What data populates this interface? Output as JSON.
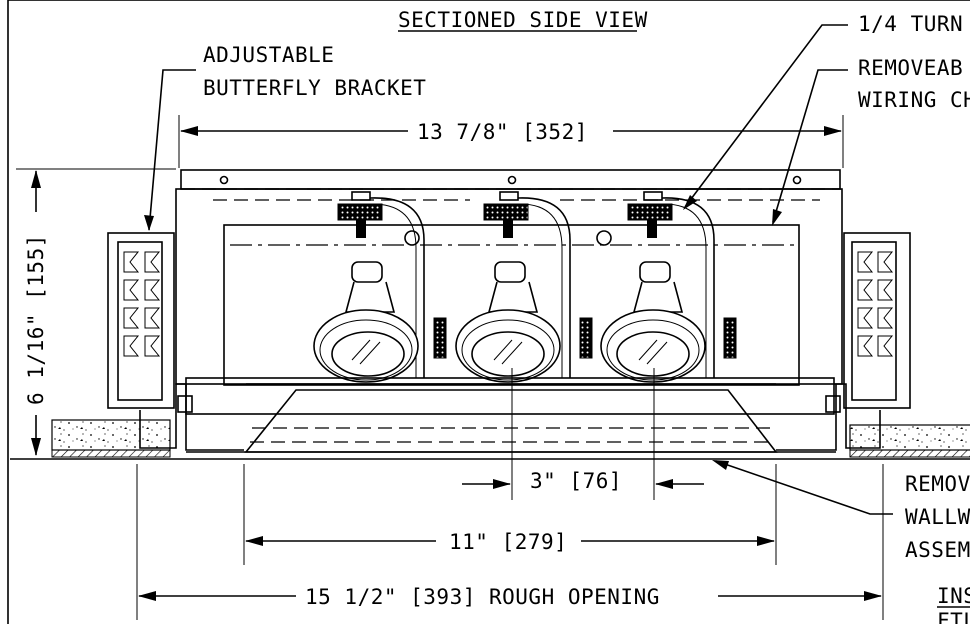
{
  "title": "SECTIONED SIDE VIEW",
  "labels": {
    "adjustable_line1": "ADJUSTABLE",
    "adjustable_line2": "BUTTERFLY BRACKET",
    "quarter_turn": "1/4 TURN",
    "removable_line1": "REMOVEAB",
    "removable_line2": "WIRING CH",
    "remov_wall_line1": "REMOV",
    "remov_wall_line2": "WALLW",
    "remov_wall_line3": "ASSEM",
    "install_line1": "INS",
    "install_line2": "FTL"
  },
  "dimensions": {
    "width_top": "13 7/8\" [352]",
    "height_left": "6 1/16\" [155]",
    "spacing": "3\" [76]",
    "inner_width": "11\" [279]",
    "rough_opening": "15 1/2\" [393] ROUGH OPENING"
  }
}
